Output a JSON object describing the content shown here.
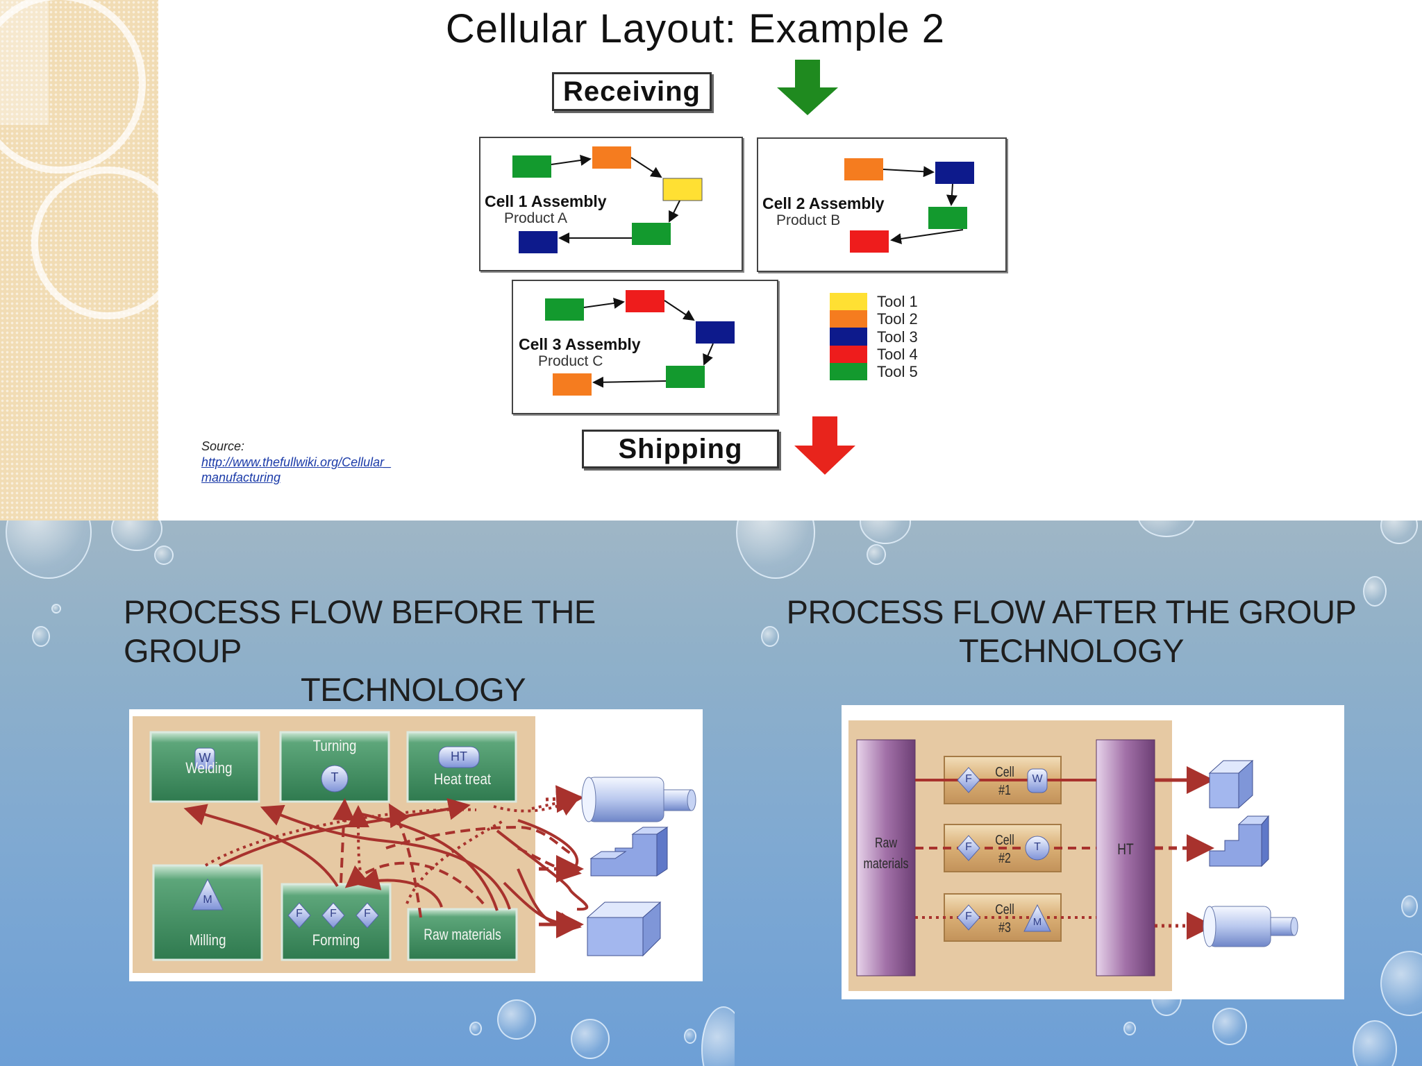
{
  "slide1": {
    "title": "Cellular Layout: Example 2",
    "receiving": "Receiving",
    "shipping": "Shipping",
    "cells": [
      {
        "title": "Cell 1 Assembly",
        "product": "Product A"
      },
      {
        "title": "Cell 2 Assembly",
        "product": "Product B"
      },
      {
        "title": "Cell 3 Assembly",
        "product": "Product C"
      }
    ],
    "tools": [
      {
        "label": "Tool 1",
        "color": "#ffe033"
      },
      {
        "label": "Tool 2",
        "color": "#f57c1f"
      },
      {
        "label": "Tool 3",
        "color": "#0d1a8c"
      },
      {
        "label": "Tool 4",
        "color": "#ee1c1c"
      },
      {
        "label": "Tool 5",
        "color": "#139a2e"
      }
    ],
    "source_label": "Source:",
    "source_link_1": "http://www.thefullwiki.org/Cellular_",
    "source_link_2": "manufacturing"
  },
  "slide2": {
    "title_line1": "PROCESS FLOW BEFORE THE GROUP",
    "title_line2": "TECHNOLOGY",
    "stations": {
      "welding": "Welding",
      "welding_icon": "W",
      "turning": "Turning",
      "turning_icon": "T",
      "heat_treat": "Heat treat",
      "heat_treat_icon": "HT",
      "milling": "Milling",
      "milling_icon": "M",
      "forming": "Forming",
      "forming_icon": "F",
      "raw_materials": "Raw materials"
    }
  },
  "slide3": {
    "title_line1": "PROCESS FLOW AFTER THE GROUP",
    "title_line2": "TECHNOLOGY",
    "raw_1": "Raw",
    "raw_2": "materials",
    "ht": "HT",
    "cells": [
      {
        "word": "Cell",
        "num": "#1",
        "left": "F",
        "right": "W"
      },
      {
        "word": "Cell",
        "num": "#2",
        "left": "F",
        "right": "T"
      },
      {
        "word": "Cell",
        "num": "#3",
        "left": "F",
        "right": "M"
      }
    ]
  },
  "colors": {
    "green_arrow": "#1f8a1f",
    "red_arrow": "#e8241c",
    "flow_red": "#a8322d",
    "station_green": "#3f8f62",
    "tan_background": "#e6c9a3"
  }
}
